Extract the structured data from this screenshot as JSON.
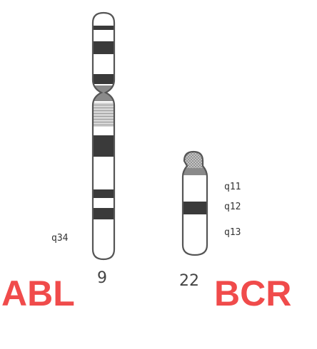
{
  "colors": {
    "outline": "#555555",
    "dark_band": "#3a3a3a",
    "medium_band": "#8a8a8a",
    "light_band": "#c4c4c4",
    "gene_label": "#f04b4b"
  },
  "chromosome_9": {
    "number": "9",
    "band_label": "q34"
  },
  "chromosome_22": {
    "number": "22",
    "band_labels": [
      "q11",
      "q12",
      "q13"
    ]
  },
  "genes": {
    "left": "ABL",
    "right": "BCR"
  }
}
